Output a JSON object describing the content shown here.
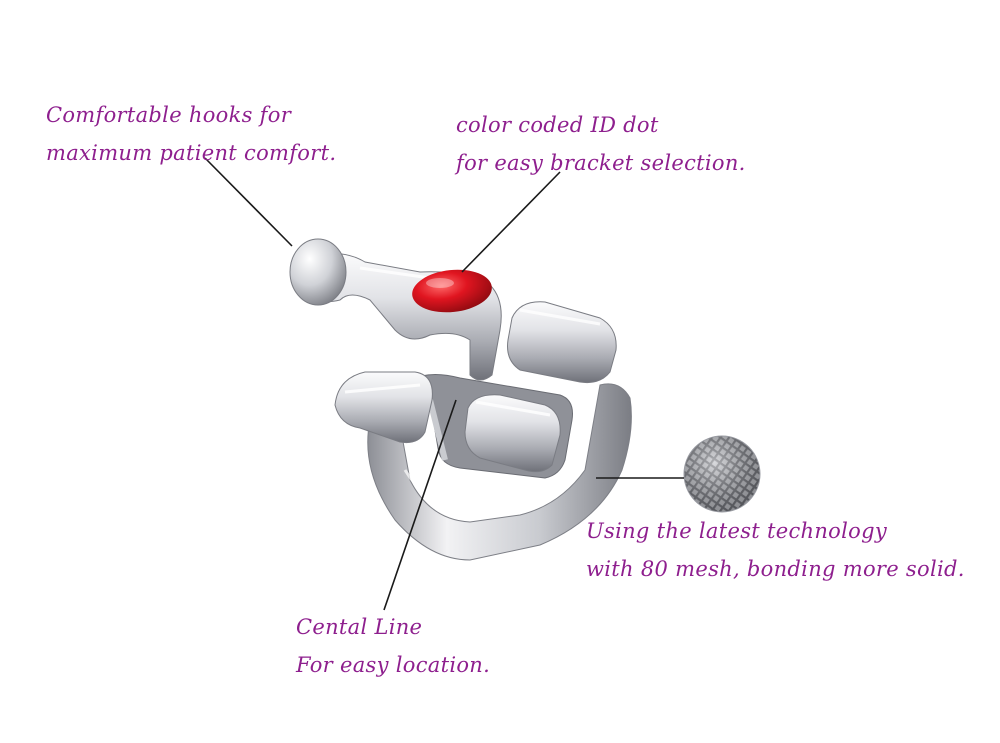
{
  "callouts": {
    "hooks": {
      "line1": "Comfortable hooks for",
      "line2": "maximum patient comfort."
    },
    "id_dot": {
      "line1": "color coded ID dot",
      "line2": "for easy bracket selection."
    },
    "mesh": {
      "line1": "Using the latest technology",
      "line2": "with 80 mesh, bonding more solid."
    },
    "central_line": {
      "line1": "Cental Line",
      "line2": "For easy location."
    }
  },
  "colors": {
    "label_text": "#8e1f8e",
    "leader_line": "#1a1a1a",
    "id_dot": "#d6101a",
    "metal_light": "#f4f4f6",
    "metal_mid": "#c4c6cc",
    "metal_dark": "#6e7078"
  }
}
